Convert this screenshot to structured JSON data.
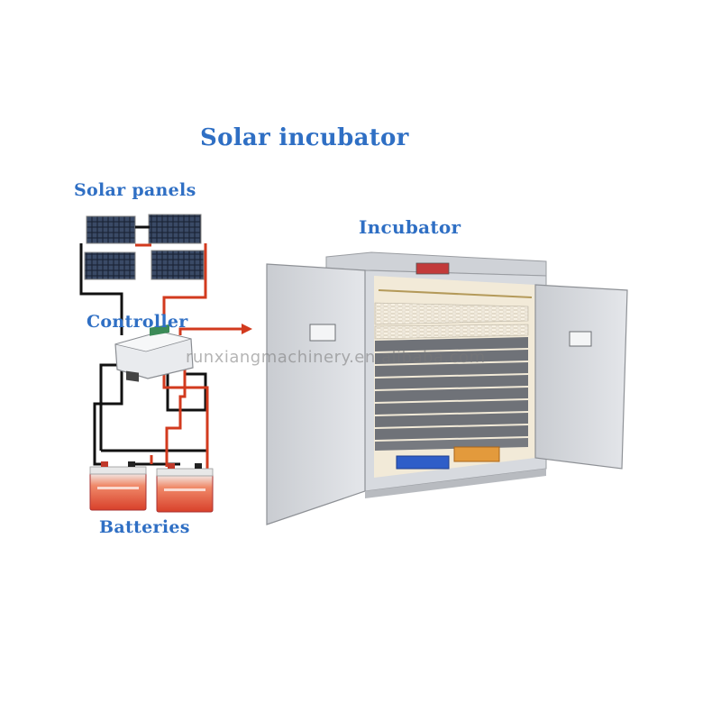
{
  "title": "Solar incubator",
  "labels": {
    "solar_panels": "Solar panels",
    "controller": "Controller",
    "incubator": "Incubator",
    "batteries": "Batteries"
  },
  "watermark": "runxiangmachinery.en.alibaba.com",
  "colors": {
    "label_blue": "#2f6fc4",
    "wire_red": "#d23a1e",
    "wire_black": "#111111",
    "cabinet_gray": "#dcdee2",
    "battery_red": "#e04a2a"
  }
}
